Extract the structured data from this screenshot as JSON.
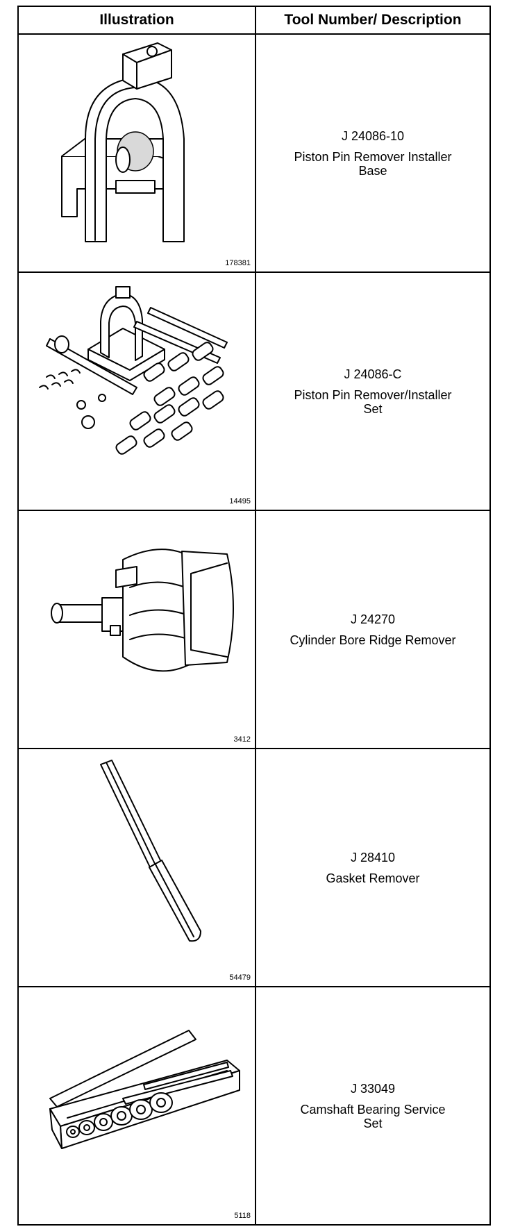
{
  "table": {
    "header_illustration": "Illustration",
    "header_tool": "Tool Number/ Description",
    "rows": [
      {
        "figure": "178381",
        "tool_number": "J 24086-10",
        "description": "Piston Pin Remover Installer Base",
        "icon": "piston-pin-base-icon"
      },
      {
        "figure": "14495",
        "tool_number": "J 24086-C",
        "description": "Piston Pin Remover/Installer Set",
        "icon": "piston-pin-set-icon"
      },
      {
        "figure": "3412",
        "tool_number": "J 24270",
        "description": "Cylinder Bore Ridge Remover",
        "icon": "ridge-remover-icon"
      },
      {
        "figure": "54479",
        "tool_number": "J 28410",
        "description": "Gasket Remover",
        "icon": "gasket-remover-icon"
      },
      {
        "figure": "5118",
        "tool_number": "J 33049",
        "description": "Camshaft Bearing Service Set",
        "icon": "camshaft-bearing-set-icon"
      }
    ]
  }
}
